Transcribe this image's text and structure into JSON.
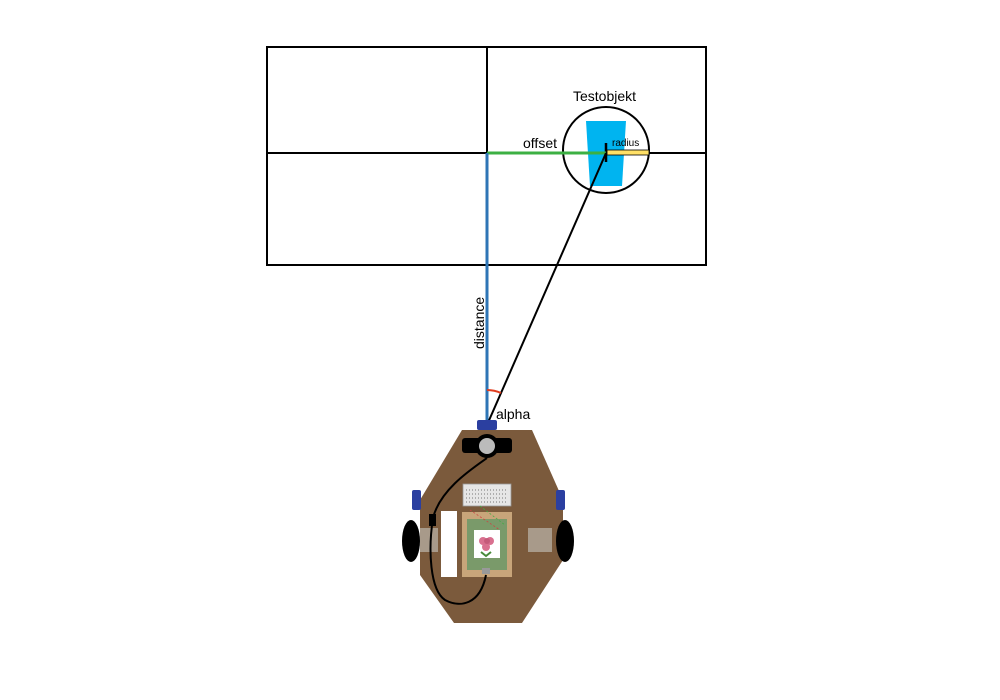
{
  "labels": {
    "object": "Testobjekt",
    "offset": "offset",
    "radius": "radius",
    "distance": "distance",
    "alpha": "alpha"
  },
  "colors": {
    "frame": "#000000",
    "offset_line": "#3cb043",
    "distance_line": "#2e75b6",
    "radius_line": "#ffe066",
    "cup": "#00b4f0",
    "angle_arc": "#e03c1e",
    "robot_body": "#7b5a3c",
    "robot_board": "#c8a57a",
    "servo": "#2b3fa0",
    "wheel": "#000000"
  },
  "icons": {
    "target": "cup-icon",
    "robot": "robot-car-icon",
    "camera": "camera-icon",
    "controller": "raspberry-pi-icon",
    "breadboard": "breadboard-icon"
  }
}
